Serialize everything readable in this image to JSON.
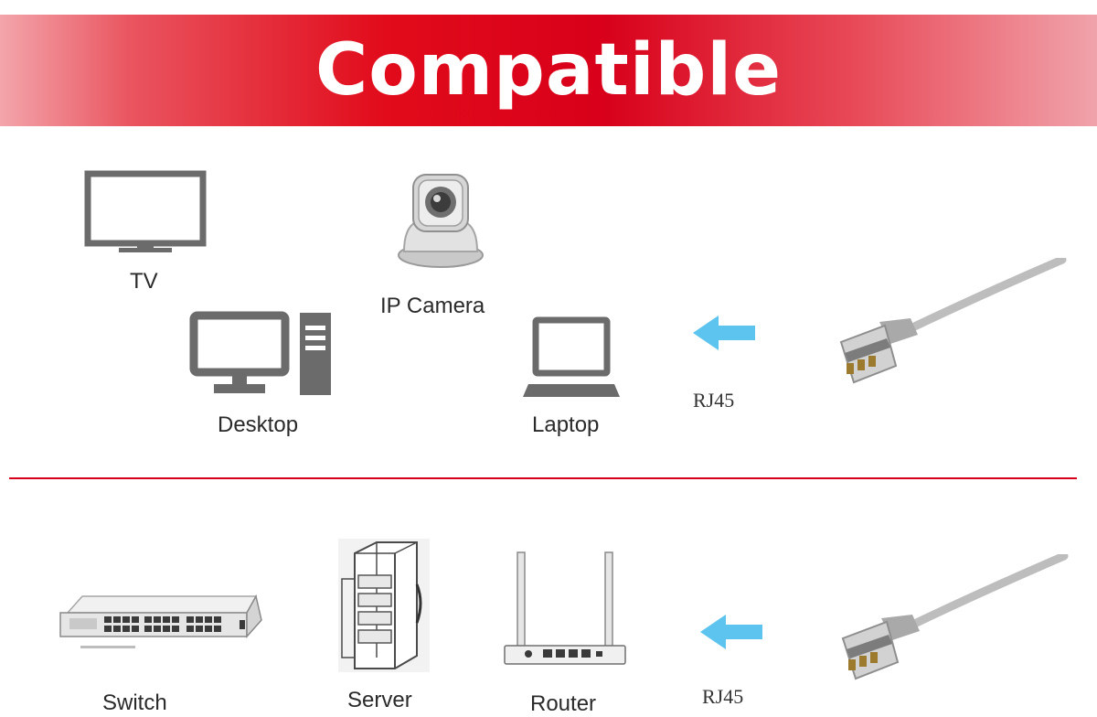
{
  "banner": {
    "title": "Compatible"
  },
  "top_devices": [
    {
      "label": "TV",
      "icon": "tv-icon"
    },
    {
      "label": "IP Camera",
      "icon": "ip-camera-icon"
    },
    {
      "label": "Desktop",
      "icon": "desktop-icon"
    },
    {
      "label": "Laptop",
      "icon": "laptop-icon"
    }
  ],
  "bottom_devices": [
    {
      "label": "Switch",
      "icon": "switch-icon"
    },
    {
      "label": "Server",
      "icon": "server-icon"
    },
    {
      "label": "Router",
      "icon": "router-icon"
    }
  ],
  "connectors": {
    "top": "RJ45",
    "bottom": "RJ45"
  },
  "colors": {
    "brand_red": "#d9001b",
    "icon_gray": "#6b6b6b",
    "arrow_blue": "#5cc4ee",
    "cable_gray": "#b9b9b9"
  }
}
